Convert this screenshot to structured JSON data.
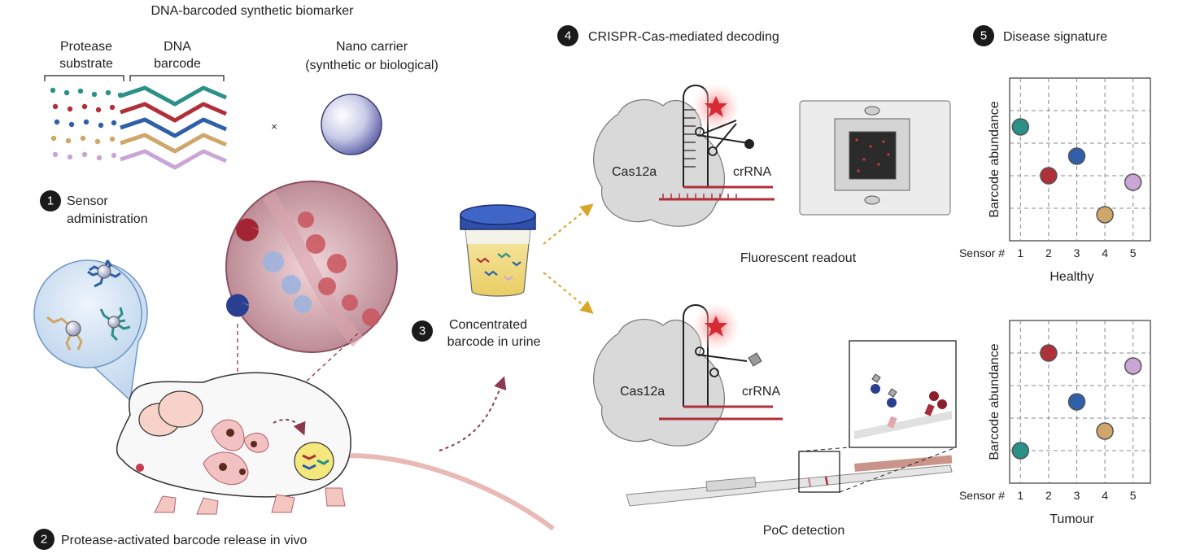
{
  "header": {
    "title": "DNA-barcoded synthetic biomarker"
  },
  "sensor": {
    "protease_label_1": "Protease",
    "protease_label_2": "substrate",
    "dna_label_1": "DNA",
    "dna_label_2": "barcode",
    "times_sign": "×",
    "nano_label_1": "Nano carrier",
    "nano_label_2": "(synthetic or biological)"
  },
  "steps": [
    {
      "number": "1",
      "label_1": "Sensor",
      "label_2": "administration"
    },
    {
      "number": "2",
      "label_1": "Protease-activated barcode release in vivo"
    },
    {
      "number": "3",
      "label_1": "Concentrated",
      "label_2": "barcode in urine"
    },
    {
      "number": "4",
      "label_1": "CRISPR-Cas-mediated decoding"
    },
    {
      "number": "5",
      "label_1": "Disease signature"
    }
  ],
  "decoding": {
    "cas_label": "Cas12a",
    "crrna_label": "crRNA",
    "fluorescent_label": "Fluorescent readout",
    "poc_label": "PoC detection"
  },
  "colors": {
    "teal": "#2a9088",
    "red": "#b0303a",
    "blue": "#2f5fa8",
    "tan": "#cfa76a",
    "lilac": "#c9a6d6",
    "step_circle": "#1a1a1a",
    "arrow": "#8b3a4e",
    "gold_arrow": "#d7a72b"
  },
  "chart_data": [
    {
      "type": "scatter",
      "xlabel": "Healthy",
      "ylabel": "Barcode abundance",
      "x_prefix": "Sensor #",
      "categories": [
        "1",
        "2",
        "3",
        "4",
        "5"
      ],
      "values": [
        3.5,
        2.0,
        2.6,
        0.8,
        1.8
      ],
      "point_colors": [
        "#2a9088",
        "#b0303a",
        "#2f5fa8",
        "#cfa76a",
        "#c9a6d6"
      ],
      "ylim": [
        0,
        5
      ],
      "grid": true
    },
    {
      "type": "scatter",
      "xlabel": "Tumour",
      "ylabel": "Barcode abundance",
      "x_prefix": "Sensor #",
      "categories": [
        "1",
        "2",
        "3",
        "4",
        "5"
      ],
      "values": [
        1.0,
        4.0,
        2.5,
        1.6,
        3.6
      ],
      "point_colors": [
        "#2a9088",
        "#b0303a",
        "#2f5fa8",
        "#cfa76a",
        "#c9a6d6"
      ],
      "ylim": [
        0,
        5
      ],
      "grid": true
    }
  ]
}
